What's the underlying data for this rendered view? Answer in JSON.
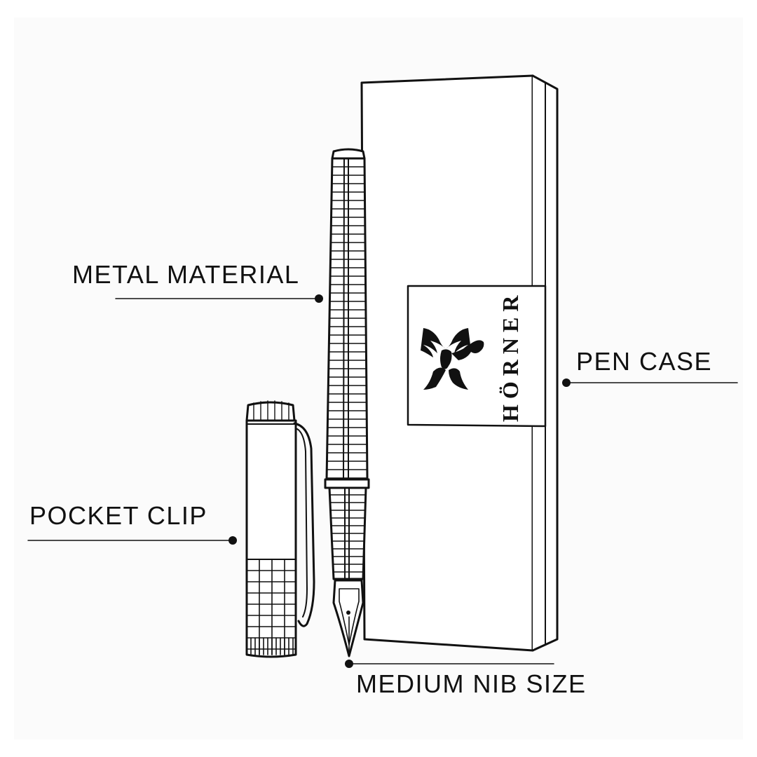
{
  "callouts": {
    "metal_material": "METAL MATERIAL",
    "pen_case": "PEN CASE",
    "pocket_clip": "POCKET CLIP",
    "medium_nib_size": "MEDIUM NIB SIZE"
  },
  "brand": {
    "name": "HÖRNER",
    "logo_icon": "phoenix-icon"
  },
  "colors": {
    "ink": "#111111",
    "background": "#ffffff",
    "panel": "#fbfbfb"
  }
}
